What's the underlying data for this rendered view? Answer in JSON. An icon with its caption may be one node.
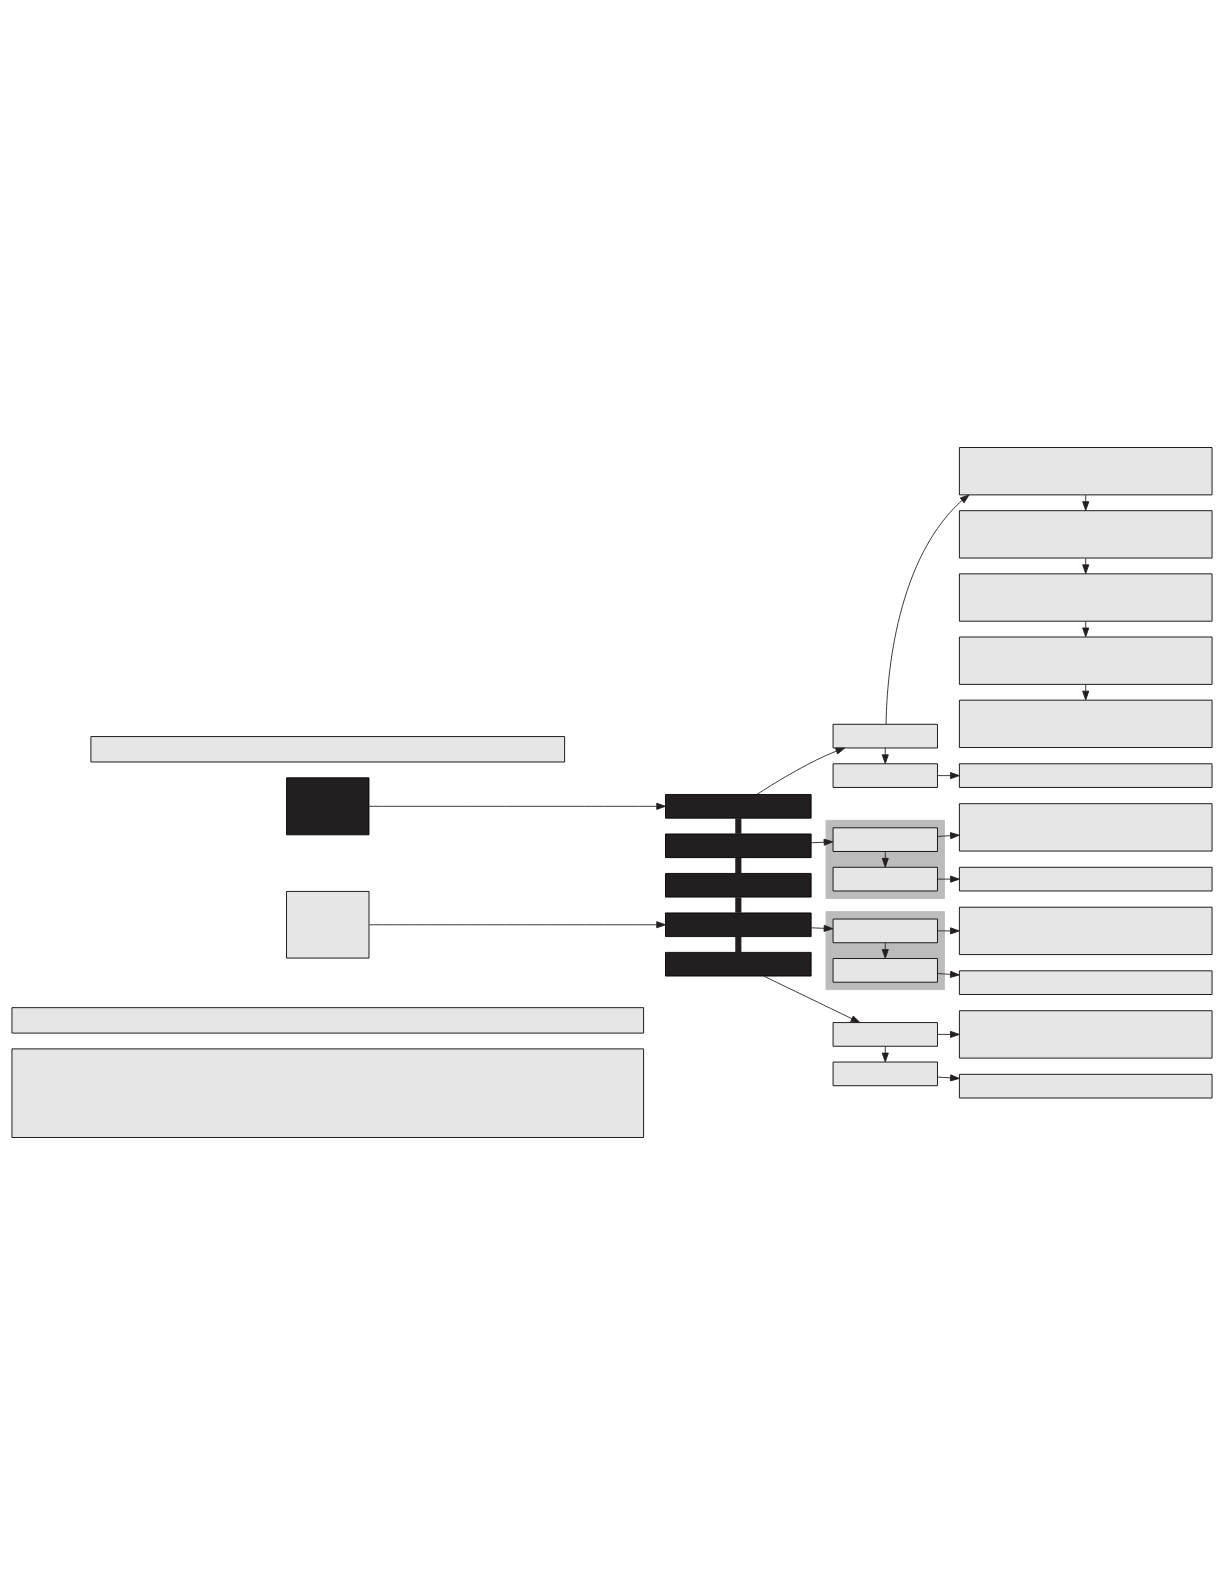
{
  "diagram": {
    "nodes": [
      {
        "text": [],
        "shape": "box"
      },
      {
        "text": [],
        "shape": "box"
      },
      {
        "text": [],
        "shape": "box"
      },
      {
        "text": [],
        "shape": "box"
      },
      {
        "text": [],
        "shape": "box"
      },
      {
        "text": [],
        "shape": "box"
      },
      {
        "text": [],
        "shape": "box"
      },
      {
        "text": [],
        "shape": "box"
      },
      {
        "text": [],
        "shape": "box"
      },
      {
        "text": [],
        "shape": "box"
      },
      {
        "text": [],
        "shape": "box"
      },
      {
        "text": [],
        "shape": "box"
      },
      {
        "text": [],
        "shape": "box"
      },
      {
        "text": [],
        "shape": "box",
        "in": 11
      },
      {
        "text": [],
        "shape": "box"
      },
      {
        "text": [],
        "shape": "box",
        "in": 11
      },
      {
        "text": [],
        "shape": "box"
      },
      {
        "text": [],
        "shape": "box"
      },
      {
        "text": [],
        "shape": "box"
      },
      {
        "text": [],
        "shape": "box"
      },
      {
        "text": [],
        "shape": "box"
      },
      {
        "text": [],
        "shape": "box",
        "in": 19
      },
      {
        "text": [],
        "shape": "box"
      },
      {
        "text": [],
        "shape": "box",
        "in": 19
      },
      {
        "text": [],
        "shape": "box"
      },
      {
        "text": [],
        "shape": "box"
      },
      {
        "text": [],
        "shape": "box"
      },
      {
        "text": [],
        "shape": "box"
      },
      {
        "text": [],
        "shape": "box"
      },
      {
        "text": [],
        "shape": "box"
      },
      {
        "text": [],
        "shape": "box"
      },
      {
        "text": [],
        "shape": "box"
      }
    ],
    "edges": [
      {
        "from": 1,
        "to": 2,
        "arrow": "to"
      },
      {
        "from": 2,
        "to": 3,
        "arrow": "to"
      },
      {
        "from": 3,
        "to": 4,
        "arrow": "to"
      },
      {
        "from": 4,
        "to": 5,
        "arrow": "to"
      },
      {
        "from": 5,
        "to": 6,
        "arrow": "to"
      },
      {
        "from": 6,
        "to": 7,
        "arrow": "to"
      },
      {
        "from": 7,
        "to": 8,
        "arrow": "to"
      },
      {
        "from": 3,
        "to": 9,
        "arrow": "to"
      },
      {
        "from": 9,
        "to": 10,
        "arrow": "to"
      },
      {
        "from": 2,
        "to": 12,
        "arrow": "none",
        "style": "thick"
      },
      {
        "from": 12,
        "to": 13,
        "arrow": "to"
      },
      {
        "from": 13,
        "to": 14,
        "arrow": "to"
      },
      {
        "from": 13,
        "to": 15,
        "arrow": "to"
      },
      {
        "from": 15,
        "to": 16,
        "arrow": "to"
      },
      {
        "from": 12,
        "to": 17,
        "arrow": "none",
        "style": "thick"
      },
      {
        "from": 17,
        "to": 20,
        "arrow": "none",
        "style": "thick"
      },
      {
        "from": 18,
        "to": 20,
        "arrow": "to"
      },
      {
        "from": 20,
        "to": 21,
        "arrow": "to"
      },
      {
        "from": 21,
        "to": 22,
        "arrow": "to"
      },
      {
        "from": 21,
        "to": 23,
        "arrow": "to"
      },
      {
        "from": 23,
        "to": 24,
        "arrow": "to"
      },
      {
        "from": 20,
        "to": 25,
        "arrow": "none",
        "style": "thick"
      },
      {
        "from": 25,
        "to": 26,
        "arrow": "to"
      },
      {
        "from": 26,
        "to": 27,
        "arrow": "to"
      },
      {
        "from": 26,
        "to": 28,
        "arrow": "to"
      },
      {
        "from": 28,
        "to": 29,
        "arrow": "to"
      }
    ]
  }
}
